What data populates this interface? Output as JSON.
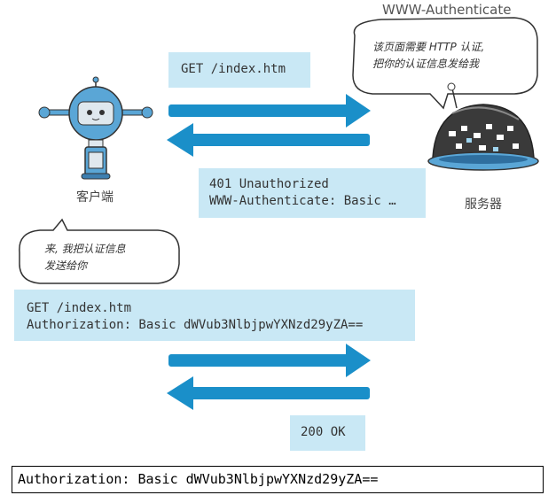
{
  "header": {
    "server_header_label": "WWW-Authenticate"
  },
  "server_bubble": {
    "line1": "该页面需要 HTTP 认证,",
    "line2": "把你的认证信息发给我"
  },
  "client_label": "客户端",
  "server_label": "服务器",
  "client_bubble": {
    "line1": "来, 我把认证信息",
    "line2": "发送给你"
  },
  "request1": {
    "line1": "GET /index.htm"
  },
  "response1": {
    "line1": "401 Unauthorized",
    "line2": "WWW-Authenticate: Basic …"
  },
  "request2": {
    "line1": "GET /index.htm",
    "line2": "Authorization: Basic dWVub3NlbjpwYXNzd29yZA=="
  },
  "response2": {
    "line1": "200 OK"
  },
  "caption": "Authorization: Basic dWVub3NlbjpwYXNzd29yZA==",
  "colors": {
    "arrow": "#1a8fc9",
    "box": "#c9e8f5",
    "robot": "#5aa6d6"
  }
}
